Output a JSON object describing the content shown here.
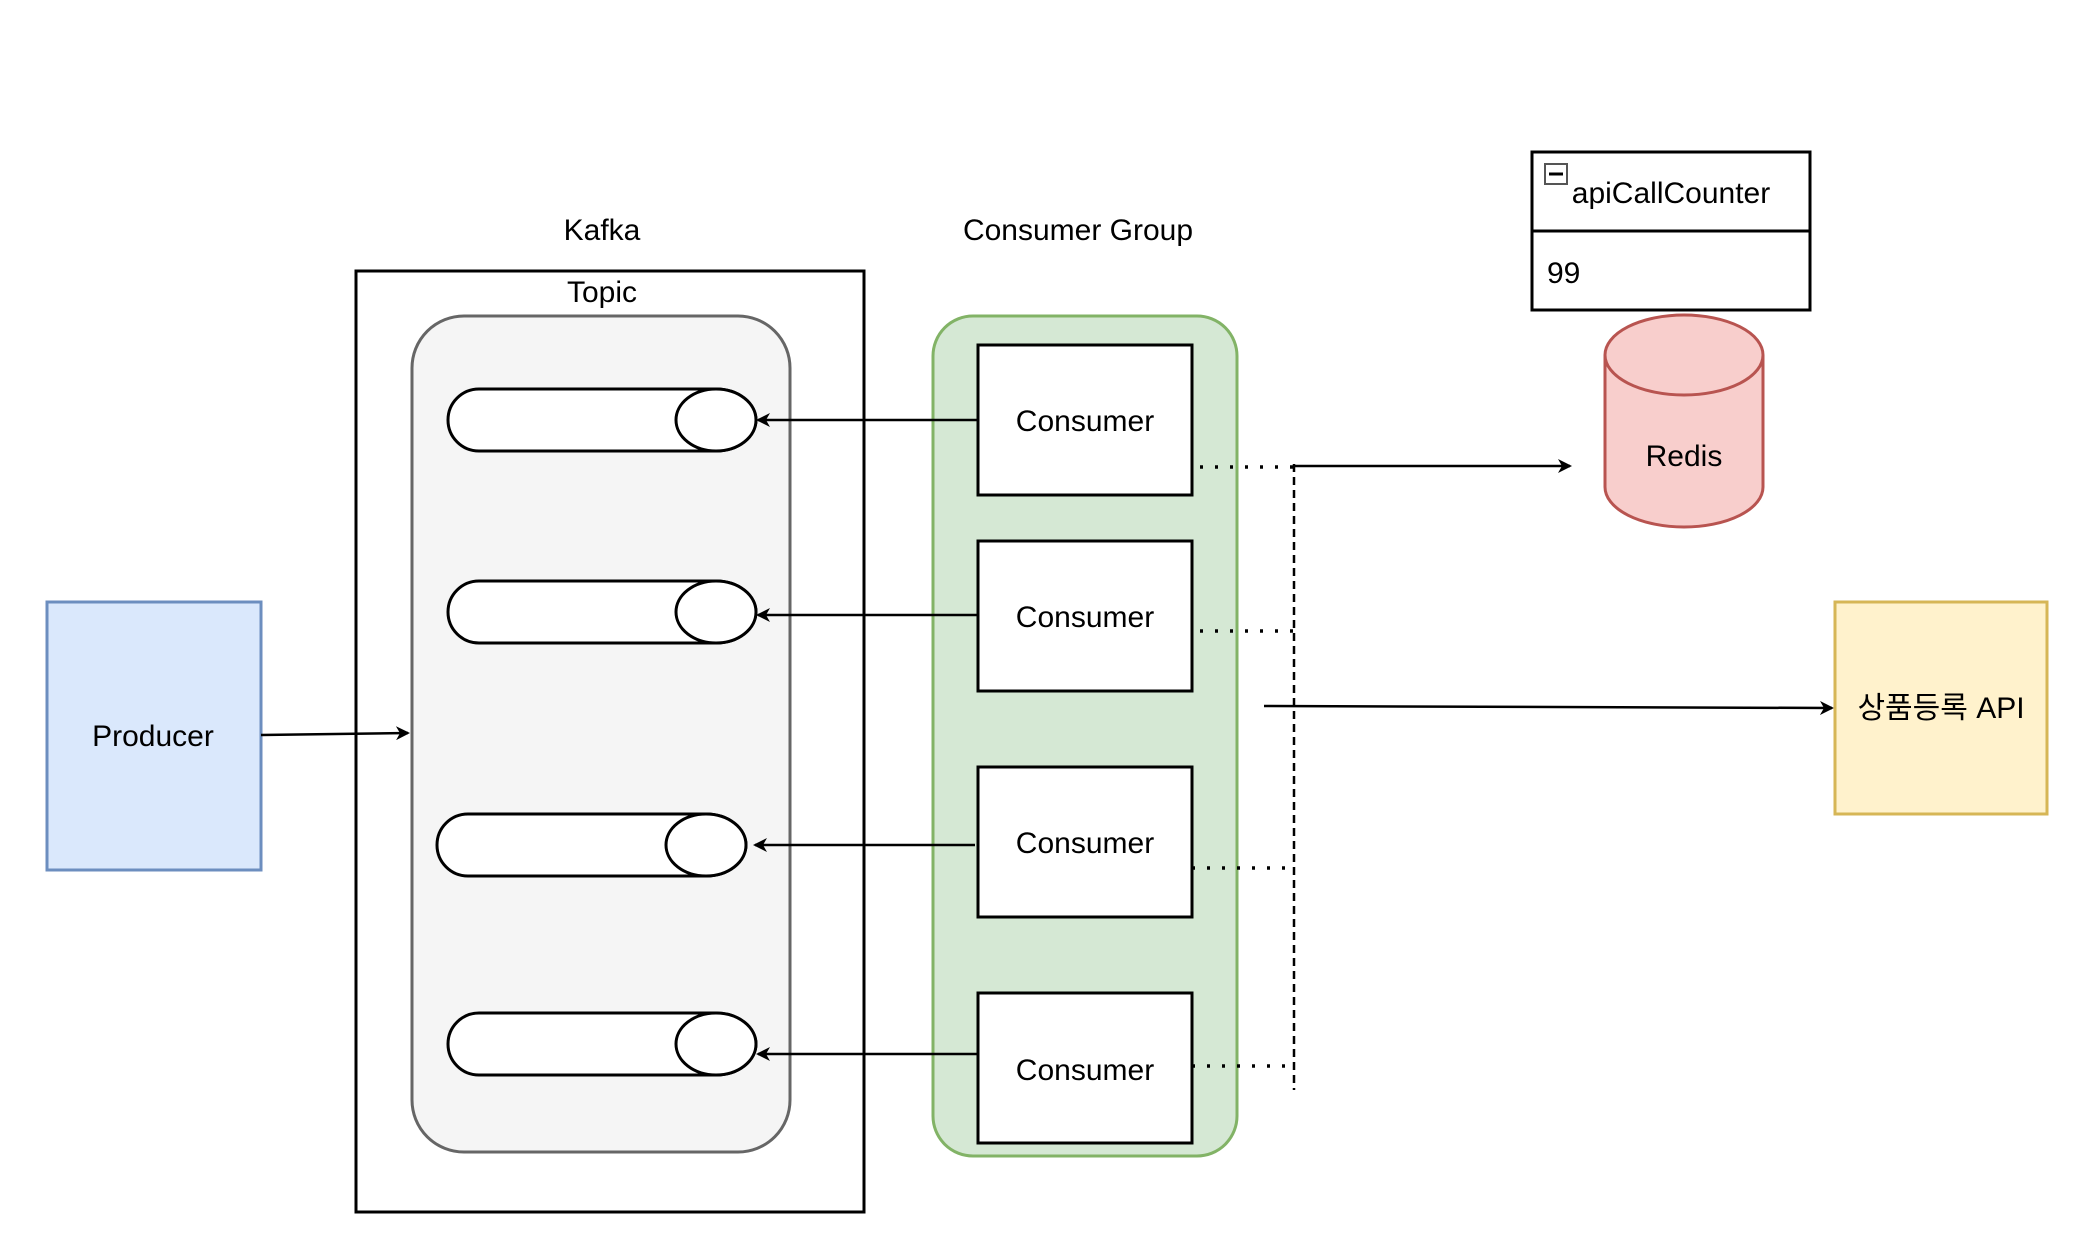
{
  "labels": {
    "kafka": "Kafka",
    "topic": "Topic",
    "consumer_group": "Consumer Group",
    "producer": "Producer",
    "redis": "Redis",
    "api": "상품등록 API"
  },
  "consumers": [
    "Consumer",
    "Consumer",
    "Consumer",
    "Consumer"
  ],
  "counter": {
    "name": "apiCallCounter",
    "value": "99"
  },
  "colors": {
    "producer_fill": "#dae8fc",
    "producer_stroke": "#6c8ebf",
    "topic_fill": "#f5f5f5",
    "topic_stroke": "#666666",
    "group_fill": "#d5e8d4",
    "group_stroke": "#82b366",
    "redis_fill": "#f8cecc",
    "redis_stroke": "#b85450",
    "api_fill": "#fff2cc",
    "api_stroke": "#d6b656"
  }
}
